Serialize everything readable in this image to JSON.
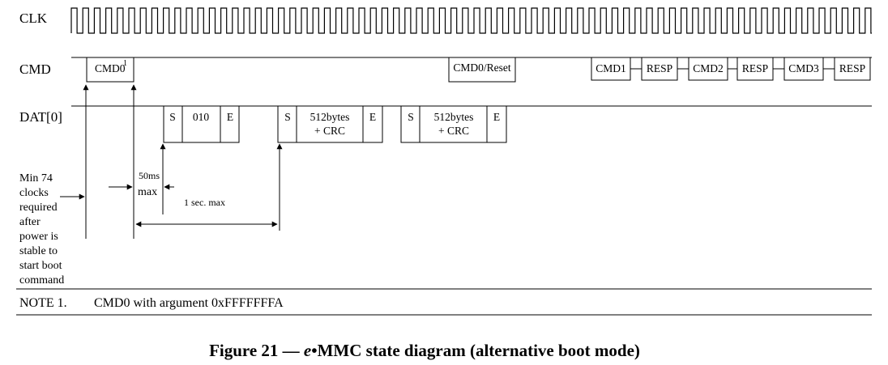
{
  "signals": {
    "clk": "CLK",
    "cmd": "CMD",
    "dat": "DAT[0]"
  },
  "cmd_row": {
    "cmd0": "CMD0",
    "cmd0_sup": "1",
    "cmd0_reset": "CMD0/Reset",
    "cmd1": "CMD1",
    "resp1": "RESP",
    "cmd2": "CMD2",
    "resp2": "RESP",
    "cmd3": "CMD3",
    "resp3": "RESP"
  },
  "dat_row": {
    "s1": "S",
    "data1": "010",
    "e1": "E",
    "s2": "S",
    "data2_l1": "512bytes",
    "data2_l2": "+ CRC",
    "e2": "E",
    "s3": "S",
    "data3_l1": "512bytes",
    "data3_l2": "+ CRC",
    "e3": "E"
  },
  "annotations": {
    "min_clocks": [
      "Min 74",
      "clocks",
      "required",
      "after",
      "power is",
      "stable to",
      "start boot",
      "command"
    ],
    "t50ms_l1": "50ms",
    "t50ms_l2": "max",
    "one_sec": "1 sec. max"
  },
  "note": {
    "label": "NOTE 1.",
    "text": "CMD0 with argument 0xFFFFFFFA"
  },
  "caption": {
    "prefix": "Figure 21 — ",
    "italic": "e",
    "rest": "•MMC state diagram (alternative boot mode)"
  }
}
